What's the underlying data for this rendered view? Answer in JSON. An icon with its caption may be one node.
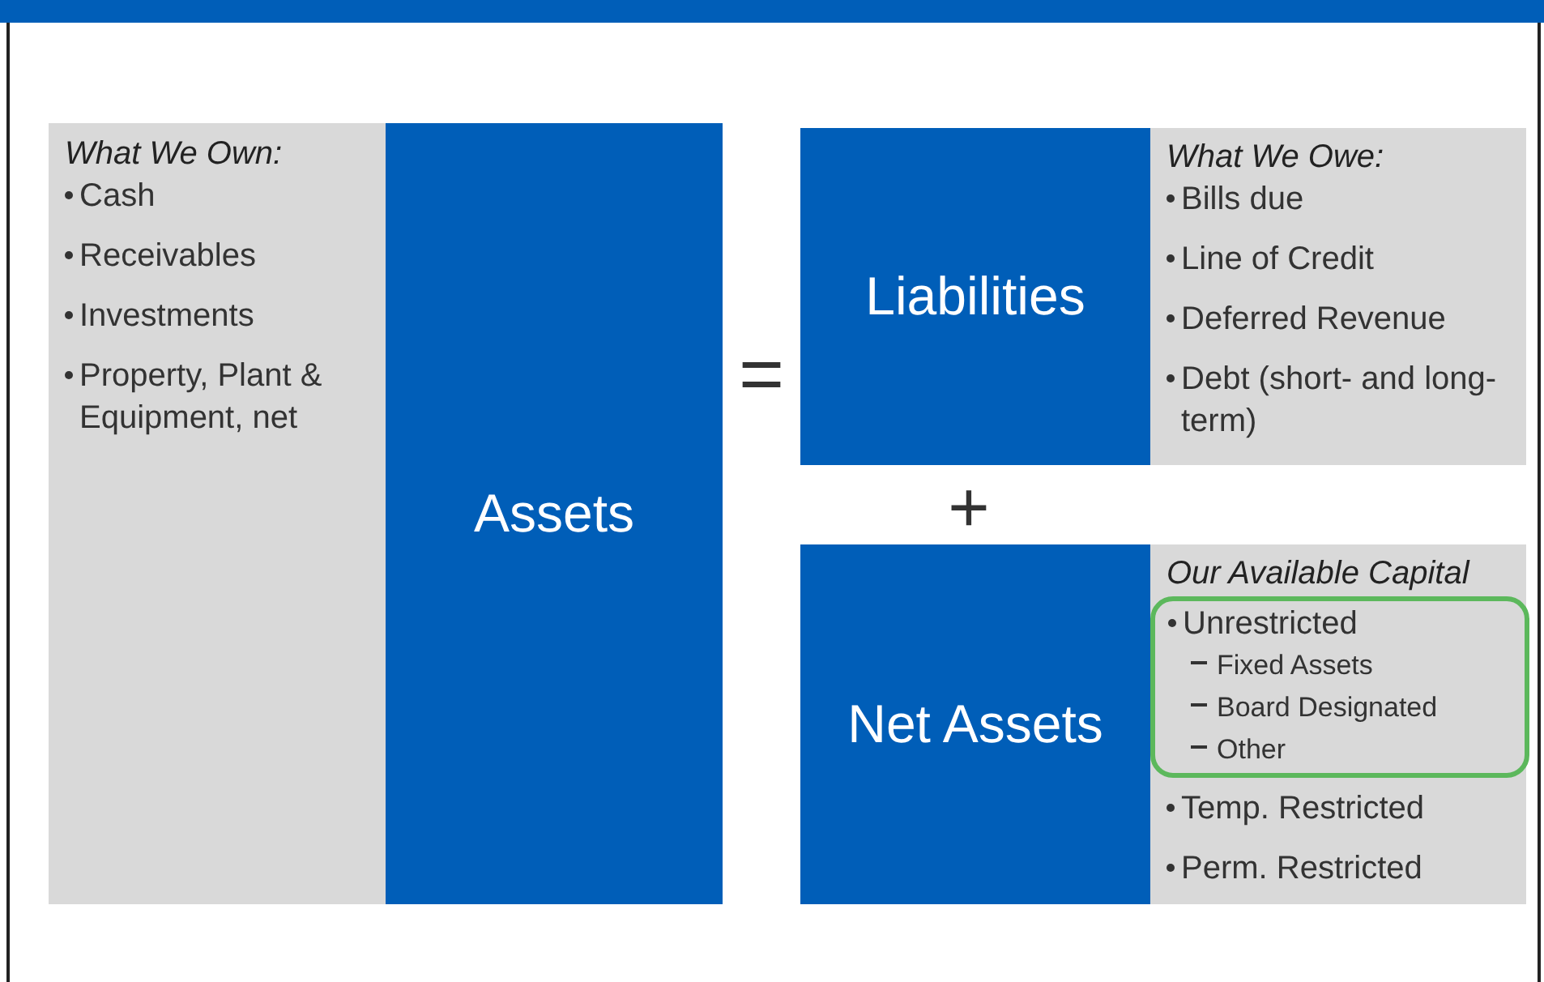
{
  "diagram": {
    "nodes": [
      {
        "text": [
          "What We Own:",
          "Cash",
          "Receivables",
          "Investments",
          "Property, Plant & Equipment, net"
        ]
      },
      {
        "text": [
          "Assets"
        ]
      },
      {
        "text": [
          "Liabilities"
        ]
      },
      {
        "text": [
          "What We Owe:",
          "Bills due",
          "Line of Credit",
          "Deferred Revenue",
          "Debt (short- and long-term)"
        ]
      },
      {
        "text": [
          "Net Assets"
        ]
      },
      {
        "text": [
          "Our Available Capital",
          "Temp. Restricted",
          "Perm. Restricted"
        ]
      },
      {
        "text": [
          "Unrestricted",
          "Fixed Assets",
          "Board Designated",
          "Other"
        ],
        "in": 5
      }
    ],
    "labels": [
      "=",
      "+"
    ]
  }
}
